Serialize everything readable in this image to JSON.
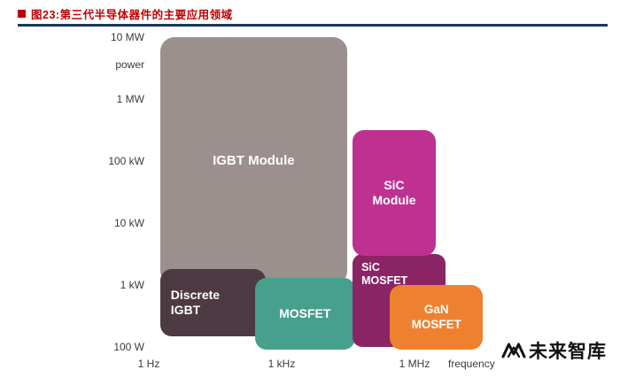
{
  "figure": {
    "title": "图23:第三代半导体器件的主要应用领域",
    "title_color": "#c00000",
    "rule_color": "#17375e"
  },
  "watermark": {
    "name": "未来智库"
  },
  "chart_data": {
    "type": "area",
    "title": "第三代半导体器件的主要应用领域",
    "description": "Log-log application map of power semiconductor device families: output power (W) versus switching frequency (Hz). Each rounded rectangle marks the typical operating region of a device family.",
    "grid": false,
    "legend": "none",
    "x_axis": {
      "title": "frequency",
      "scale": "log",
      "range_hz": [
        1,
        100000000
      ],
      "ticks": [
        {
          "label": "1 Hz",
          "value": 1
        },
        {
          "label": "1 kHz",
          "value": 1000
        },
        {
          "label": "1 MHz",
          "value": 1000000
        }
      ]
    },
    "y_axis": {
      "title": "power",
      "scale": "log",
      "range_w": [
        100,
        10000000
      ],
      "ticks": [
        {
          "label": "10 MW",
          "value": 10000000
        },
        {
          "label": "1 MW",
          "value": 1000000
        },
        {
          "label": "100 kW",
          "value": 100000
        },
        {
          "label": "10 kW",
          "value": 10000
        },
        {
          "label": "1 kW",
          "value": 1000
        },
        {
          "label": "100 W",
          "value": 100
        }
      ]
    },
    "regions": [
      {
        "name": "igbt-module",
        "label": "IGBT Module",
        "lines": [
          "IGBT Module"
        ],
        "color": "#9b908e",
        "freq_hz": [
          1.8,
          30000
        ],
        "power_w": [
          1000,
          10000000
        ]
      },
      {
        "name": "discrete-igbt",
        "label": "Discrete IGBT",
        "lines": [
          "Discrete",
          "IGBT"
        ],
        "color": "#4d3a42",
        "freq_hz": [
          1.8,
          250
        ],
        "power_w": [
          150,
          1800
        ]
      },
      {
        "name": "mosfet",
        "label": "MOSFET",
        "lines": [
          "MOSFET"
        ],
        "color": "#47a08d",
        "freq_hz": [
          250,
          45000
        ],
        "power_w": [
          90,
          1300
        ]
      },
      {
        "name": "sic-mosfet",
        "label": "SiC MOSFET",
        "lines": [
          "SiC",
          "MOSFET"
        ],
        "color": "#8a2465",
        "freq_hz": [
          40000,
          3200000
        ],
        "power_w": [
          130,
          3200
        ]
      },
      {
        "name": "sic-module",
        "label": "SiC Module",
        "lines": [
          "SiC",
          "Module"
        ],
        "color": "#bf3190",
        "freq_hz": [
          40000,
          3000000
        ],
        "power_w": [
          3000,
          320000
        ]
      },
      {
        "name": "gan-mosfet",
        "label": "GaN MOSFET",
        "lines": [
          "GaN",
          "MOSFET"
        ],
        "color": "#ee8130",
        "freq_hz": [
          280000,
          35000000
        ],
        "power_w": [
          90,
          1000
        ]
      }
    ]
  }
}
